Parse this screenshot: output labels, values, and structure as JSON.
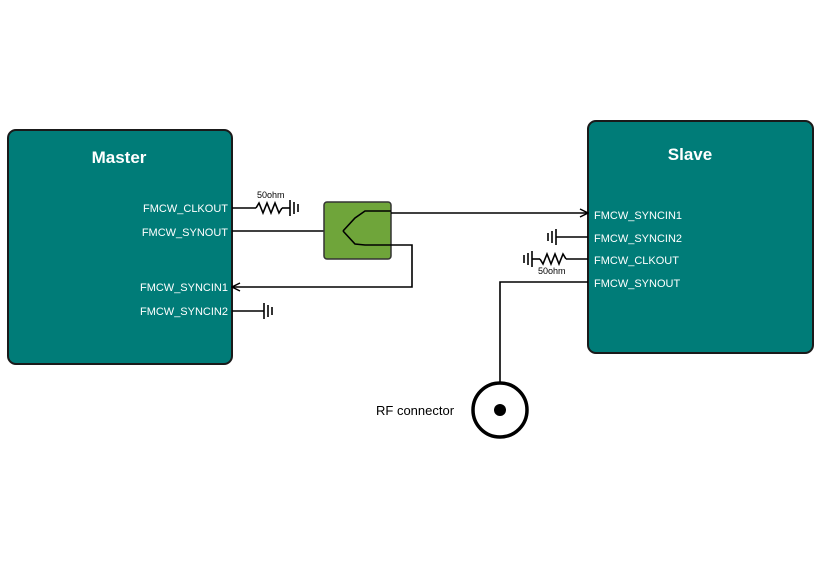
{
  "master": {
    "title": "Master",
    "pins": [
      "FMCW_CLKOUT",
      "FMCW_SYNOUT",
      "FMCW_SYNCIN1",
      "FMCW_SYNCIN2"
    ]
  },
  "slave": {
    "title": "Slave",
    "pins": [
      "FMCW_SYNCIN1",
      "FMCW_SYNCIN2",
      "FMCW_CLKOUT",
      "FMCW_SYNOUT"
    ]
  },
  "resistor_master": "50ohm",
  "resistor_slave": "50ohm",
  "rf_connector": "RF connector",
  "colors": {
    "block_fill": "#007C78",
    "block_stroke": "#1A1A1A",
    "splitter_fill": "#6FA53A"
  }
}
